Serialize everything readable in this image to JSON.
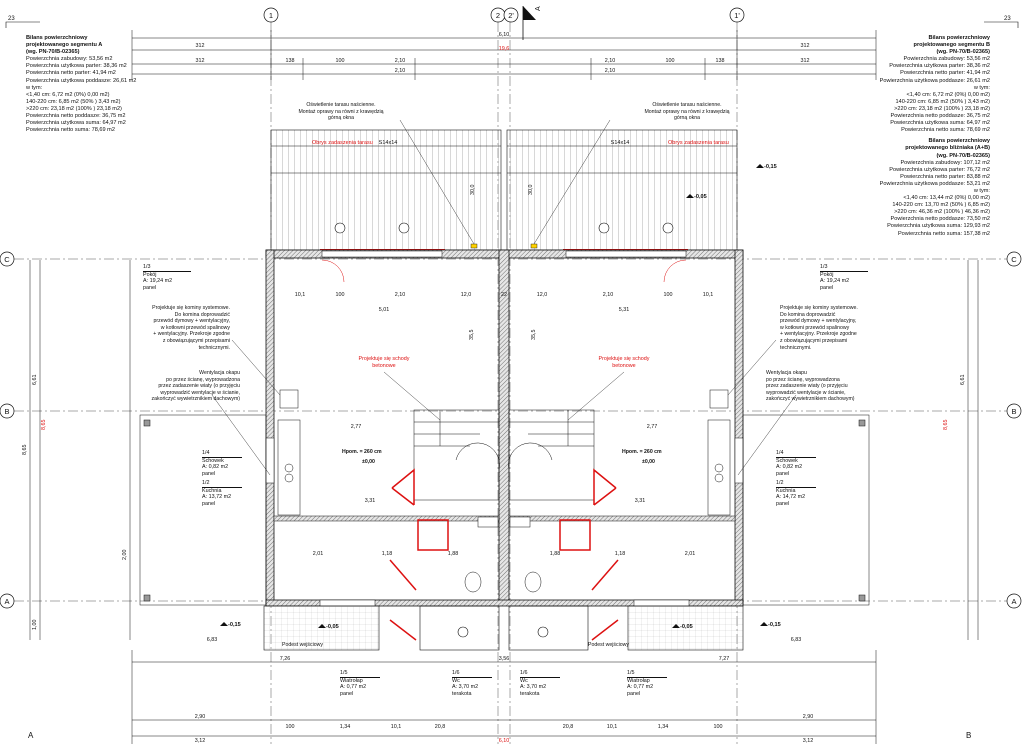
{
  "sheet": {
    "corner_left": "23",
    "corner_right": "23",
    "section_marker": "A"
  },
  "axes": {
    "vertical": [
      "1",
      "2",
      "2'",
      "1'"
    ],
    "horizontal": [
      "C",
      "B",
      "A"
    ],
    "corner_bottom_left": "A",
    "corner_bottom_right": "B"
  },
  "balance_left": {
    "title": [
      "Bilans powierzchniowy",
      "projektowanego segmentu A",
      "(wg. PN-70/B-02365)"
    ],
    "lines": [
      "Powierzchnia zabudowy: 53,56 m2",
      "Powierzchnia użytkowa parter: 38,36 m2",
      "Powierzchnia netto parter: 41,94 m2",
      "Powierzchnia użytkowa poddasze: 26,61 m2",
      "w tym:",
      "<1,40 cm: 6,72 m2 (0%) 0,00 m2)",
      "140-220 cm: 6,85 m2 (50% ) 3,43 m2)",
      ">220 cm: 23,18 m2 (100% ) 23,18 m2)",
      "Powierzchnia netto poddasze: 36,75 m2",
      "Powierzchnia użytkowa suma: 64,97 m2",
      "Powierzchnia netto suma: 78,69 m2"
    ]
  },
  "balance_right": {
    "title1": [
      "Bilans powierzchniowy",
      "projektowanego segmentu B",
      "(wg. PN-70/B-02365)"
    ],
    "lines1": [
      "Powierzchnia zabudowy: 53,56 m2",
      "Powierzchnia użytkowa parter: 38,36 m2",
      "Powierzchnia netto parter: 41,94 m2",
      "Powierzchnia użytkowa poddasze: 26,61 m2",
      "w tym:",
      "<1,40 cm: 6,72 m2 (0%) 0,00 m2)",
      "140-220 cm: 6,85 m2 (50% ) 3,43 m2)",
      ">220 cm: 23,18 m2 (100% ) 23,18 m2)",
      "Powierzchnia netto poddasze: 36,75 m2",
      "Powierzchnia użytkowa suma: 64,97 m2",
      "Powierzchnia netto suma: 78,69 m2"
    ],
    "title2": [
      "Bilans powierzchniowy",
      "projektowanego bliźniaka (A+B)",
      "(wg. PN-70/B-02365)"
    ],
    "lines2": [
      "Powierzchnia zabudowy: 107,12 m2",
      "Powierzchnia użytkowa parter: 76,72 m2",
      "Powierzchnia netto parter: 83,88 m2",
      "Powierzchnia użytkowa poddasze: 53,21 m2",
      "w tym:",
      "<1,40 cm: 13,44 m2 (0%) 0,00 m2)",
      "140-220 cm: 13,70 m2 (50% ) 6,85 m2)",
      ">220 cm: 46,36 m2 (100% ) 46,36 m2)",
      "Powierzchnia netto poddasze: 73,50 m2",
      "Powierzchnia użytkowa suma: 129,93 m2",
      "Powierzchnia netto suma: 157,38 m2"
    ]
  },
  "notes": {
    "light_left": [
      "Oświetlenie tarasu naścienne.",
      "Montaż oprawy na równi z krawędzią",
      "górną okna"
    ],
    "light_right": [
      "Oświetlenie tarasu naścienne.",
      "Montaż oprawy na równi z krawędzią",
      "górną okna"
    ],
    "railing": "Obrys zadaszenia tarasu",
    "stairs_left": [
      "Projektuje się schody",
      "betonowe"
    ],
    "stairs_right": [
      "Projektuje się schody",
      "betonowe"
    ],
    "chimney_left": [
      "Projektuje się kominy systemowe.",
      "Do komina doprowadzić",
      "przewód dymowy + wentylacyjny,",
      "w kotłowni przewód spalinowy",
      "+ wentylacyjny. Przekroje zgodne",
      "z obowiązującymi przepisami",
      "technicznymi."
    ],
    "chimney_right": [
      "Projektuje się kominy systemowe.",
      "Do komina doprowadzić",
      "przewód dymowy + wentylacyjny,",
      "w kotłowni przewód spalinowy",
      "+ wentylacyjny. Przekroje zgodne",
      "z obowiązującymi przepisami",
      "technicznymi."
    ],
    "vent_left": [
      "Wentylacja okapu",
      "po przez ścianę, wyprowadzona",
      "przez zadaszenie wiaty (o przyjęciu",
      "wyprowadzić wentylacje w ścianie,",
      "zakończyć wywietrznikiem dachowym)"
    ],
    "vent_right": [
      "Wentylacja okapu",
      "po przez ścianę, wyprowadzona",
      "przez zadaszenie wiaty (o przyjęciu",
      "wyprowadzić wentylacje w ścianie,",
      "zakończyć wywietrznikiem dachowym)"
    ],
    "height_left": "Hpom. = 260 cm",
    "height_right": "Hpom. = 260 cm",
    "level_left": "±0,00",
    "level_right": "±0,00",
    "entrance_left": "Podest wejściowy",
    "entrance_right": "Podest wejściowy"
  },
  "rooms": {
    "pokoj_left": {
      "num": "1/3",
      "name": "Pokój",
      "area": "A: 19,24 m2",
      "floor": "panel"
    },
    "pokoj_right": {
      "num": "1/3",
      "name": "Pokój",
      "area": "A: 19,24 m2",
      "floor": "panel"
    },
    "schowek_left": {
      "num": "1/4",
      "name": "Schowek",
      "area": "A: 0,82 m2",
      "floor": "panel"
    },
    "schowek_right": {
      "num": "1/4",
      "name": "Schowek",
      "area": "A: 0,82 m2",
      "floor": "panel"
    },
    "kuchnia_left": {
      "num": "1/2",
      "name": "Kuchnia",
      "area": "A: 13,72 m2",
      "floor": "panel"
    },
    "kuchnia_right": {
      "num": "1/2",
      "name": "Kuchnia",
      "area": "A: 14,72 m2",
      "floor": "panel"
    },
    "wiatrolap_left": {
      "num": "1/5",
      "name": "Wiatrołap",
      "area": "A: 0,77 m2",
      "floor": "panel"
    },
    "wc_left": {
      "num": "1/6",
      "name": "Wc",
      "area": "A: 3,70 m2",
      "floor": "terakota"
    },
    "wc_right": {
      "num": "1/6",
      "name": "Wc",
      "area": "A: 3,70 m2",
      "floor": "terakota"
    },
    "wiatrolap_right": {
      "num": "1/5",
      "name": "Wiatrołap",
      "area": "A: 0,77 m2",
      "floor": "panel"
    }
  },
  "terrace": {
    "left": "S14x14",
    "right": "S14x14"
  },
  "levels": {
    "a": "-0,15",
    "b": "-0,05",
    "c": "-0,05",
    "d": "-0,15",
    "e": "-0,15",
    "f": "-0,05"
  },
  "dims": {
    "top1": [
      "312",
      "6,10",
      "312"
    ],
    "top2": [
      "312",
      "138",
      "100",
      "2,10",
      "2,10",
      "100",
      "138",
      "312"
    ],
    "top3": [
      "2,10",
      "2,10"
    ],
    "inner1": [
      "10,1",
      "100",
      "2,10",
      "12,0",
      "22",
      "12,0",
      "2,10",
      "100",
      "10,1"
    ],
    "inner2": [
      "5,01",
      "5,31"
    ],
    "mid1": [
      "2,77",
      "2,77"
    ],
    "mid2": [
      "3,31",
      "3,31"
    ],
    "mid3": [
      "2,01",
      "1,18",
      "1,88",
      "1,88",
      "1,18",
      "2,01"
    ],
    "side_left": [
      "6,61",
      "8,65",
      "2,00",
      "1,00"
    ],
    "bottom1": [
      "7,26",
      "3,56",
      "7,27"
    ],
    "bottom2": [
      "2,90",
      "100",
      "1,34",
      "10,1",
      "20,8",
      "20,8",
      "10,1",
      "1,34",
      "100",
      "2,90"
    ],
    "bottom3": [
      "3,12",
      "3,12"
    ],
    "bottom_center": "6,10",
    "red_mid": "19,6",
    "left_bottom": [
      "6,83",
      "6,83"
    ],
    "stair_h": [
      "35,5",
      "35,5"
    ],
    "vert_stair": [
      "30,0",
      "30,0"
    ]
  },
  "colors": {
    "wall": "#bbb",
    "accent": "#d11",
    "line": "#111"
  }
}
